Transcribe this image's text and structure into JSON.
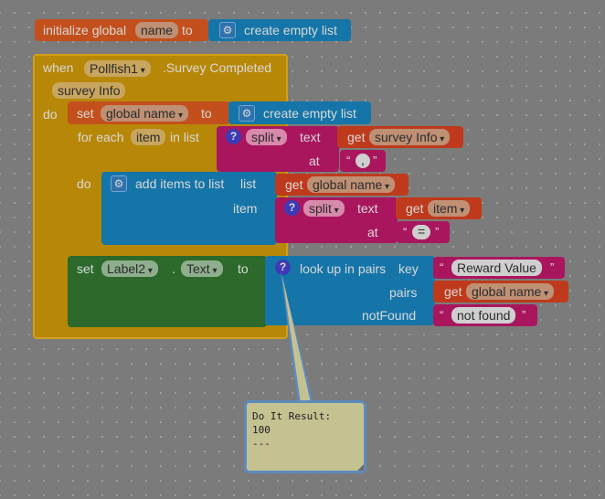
{
  "init": {
    "label": "initialize global",
    "var": "name",
    "to": "to",
    "list": "create empty list"
  },
  "event": {
    "when": "when",
    "component": "Pollfish1",
    "event_name": ".Survey Completed",
    "param": "survey Info",
    "do": "do"
  },
  "set1": {
    "set": "set",
    "var": "global name",
    "to": "to",
    "list": "create empty list"
  },
  "foreach": {
    "label": "for each",
    "item": "item",
    "in_list": "in list",
    "do": "do"
  },
  "split1": {
    "split": "split",
    "text": "text",
    "get": "get",
    "arg": "survey Info",
    "at": "at",
    "sep": ","
  },
  "additems": {
    "label": "add items to list",
    "list": "list",
    "get": "get",
    "var": "global name",
    "item": "item"
  },
  "split2": {
    "split": "split",
    "text": "text",
    "get": "get",
    "arg": "item",
    "at": "at",
    "sep": "="
  },
  "set2": {
    "set": "set",
    "component": "Label2",
    "dot": ".",
    "prop": "Text",
    "to": "to"
  },
  "lookup": {
    "label": "look up in pairs",
    "key": "key",
    "key_val": "Reward Value",
    "pairs": "pairs",
    "get": "get",
    "pairs_var": "global name",
    "notfound": "notFound",
    "notfound_val": "not found"
  },
  "result": {
    "line1": "Do It Result:",
    "line2": "100",
    "line3": "---"
  },
  "colors": {
    "background": "#7b7b7b",
    "variables": "#c3501c",
    "lists": "#1575a8",
    "event": "#b78707",
    "text": "#a9165e",
    "setter": "#2c692b",
    "bubble": "#c5c292"
  }
}
